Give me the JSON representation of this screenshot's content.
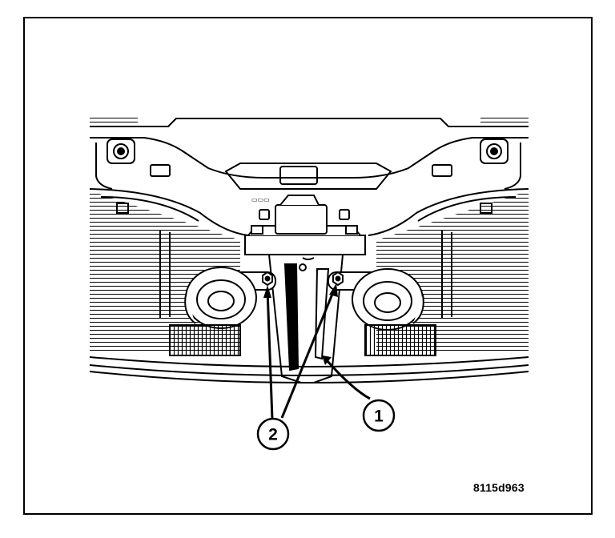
{
  "figure": {
    "id_label": "8115d963"
  },
  "callouts": [
    {
      "number": "1",
      "target": "horn-mounting-bracket"
    },
    {
      "number": "2",
      "target": "horn-mounting-nuts"
    }
  ],
  "colors": {
    "line": "#000000",
    "background": "#ffffff"
  }
}
